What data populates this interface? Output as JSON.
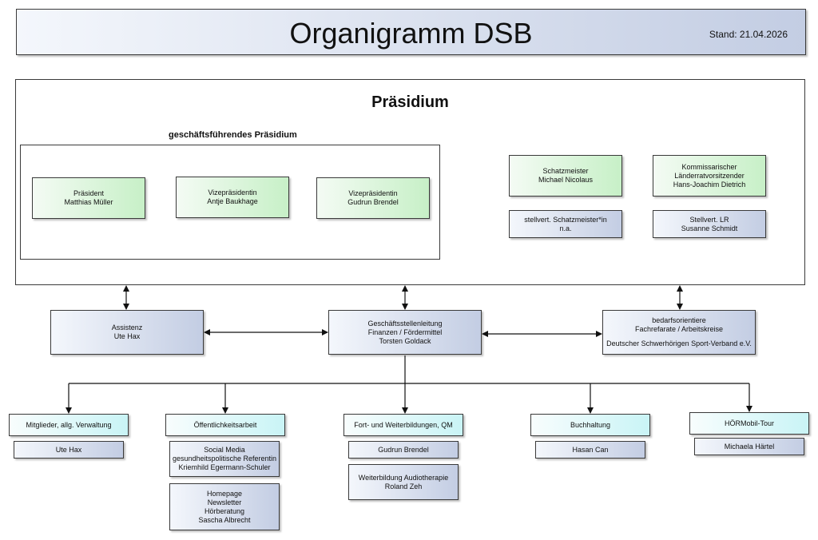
{
  "header": {
    "title": "Organigramm DSB",
    "stand": "Stand: 21.04.2026"
  },
  "praesidium": {
    "title": "Präsidium",
    "gf_label": "geschäftsführendes Präsidium",
    "gf_members": [
      [
        "Präsident",
        "Matthias Müller"
      ],
      [
        "Vizepräsidentin",
        "Antje Baukhage"
      ],
      [
        "Vizepräsidentin",
        "Gudrun Brendel"
      ]
    ],
    "other_members": [
      [
        "Schatzmeister",
        "Michael Nicolaus"
      ],
      [
        "Kommissarischer",
        "Länderratvorsitzender",
        "Hans-Joachim Dietrich"
      ],
      [
        "stellvert. Schatzmeister*in",
        "n.a."
      ],
      [
        "Stellvert. LR",
        "Susanne Schmidt"
      ]
    ]
  },
  "middle": {
    "assistenz": [
      "Assistenz",
      "Ute Hax"
    ],
    "geschaeftsstelle": [
      "Geschäftsstellenleitung",
      "Finanzen / Fördermittel",
      "Torsten Goldack"
    ],
    "fachreferate": [
      "bedarfsorientiere",
      "Fachrefarate / Arbeitskreise",
      "",
      "Deutscher Schwerhörigen Sport-Verband e.V."
    ]
  },
  "departments": [
    {
      "name": "Mitglieder, allg. Verwaltung",
      "staff": [
        [
          "Ute Hax"
        ]
      ]
    },
    {
      "name": "Öffentlichkeitsarbeit",
      "staff": [
        [
          "Social Media",
          "gesundheitspolitische Referentin",
          "Kriemhild Egermann-Schuler"
        ],
        [
          "Homepage",
          "Newsletter",
          "Hörberatung",
          "Sascha Albrecht"
        ]
      ]
    },
    {
      "name": "Fort- und Weiterbildungen, QM",
      "staff": [
        [
          "Gudrun Brendel"
        ],
        [
          "Weiterbildung Audiotherapie",
          "Roland Zeh"
        ]
      ]
    },
    {
      "name": "Buchhaltung",
      "staff": [
        [
          "Hasan Can"
        ]
      ]
    },
    {
      "name": "HÖRMobil-Tour",
      "staff": [
        [
          "Michaela  Härtel"
        ]
      ]
    }
  ]
}
